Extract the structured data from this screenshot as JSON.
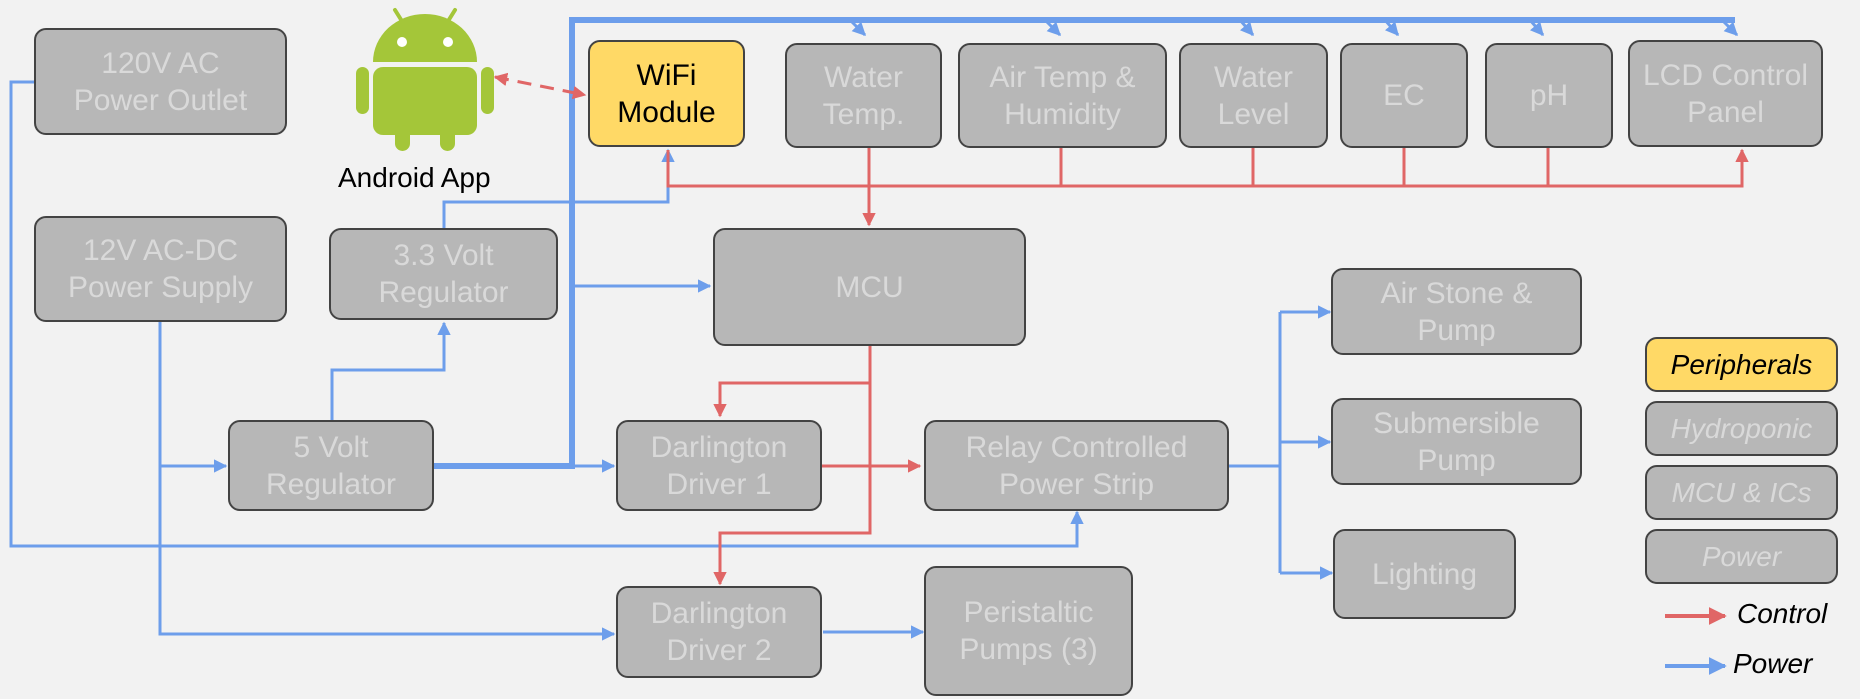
{
  "colors": {
    "background": "#f2f2f2",
    "box_fill": "#b7b7b7",
    "box_border": "#434343",
    "box_text": "#d9d9d9",
    "peripheral_fill": "#ffd966",
    "control_line": "#e06666",
    "power_line": "#6d9eeb",
    "android_green": "#a4c639"
  },
  "icons": {
    "android": "android-robot-icon"
  },
  "nodes": {
    "ac_outlet": "120V AC\nPower Outlet",
    "supply_12v": "12V AC-DC\nPower Supply",
    "reg_33": "3.3 Volt\nRegulator",
    "reg_5": "5 Volt\nRegulator",
    "wifi": "WiFi\nModule",
    "water_temp": "Water\nTemp.",
    "air_temp": "Air Temp &\nHumidity",
    "water_level": "Water\nLevel",
    "ec": "EC",
    "ph": "pH",
    "lcd": "LCD Control\nPanel",
    "mcu": "MCU",
    "darlington_1": "Darlington\nDriver 1",
    "darlington_2": "Darlington\nDriver 2",
    "relay_strip": "Relay Controlled\nPower Strip",
    "peristaltic": "Peristaltic\nPumps (3)",
    "air_stone": "Air Stone &\nPump",
    "submersible": "Submersible\nPump",
    "lighting": "Lighting"
  },
  "android_app_label": "Android App",
  "legend": {
    "peripherals": "Peripherals",
    "hydroponic": "Hydroponic",
    "mcu_ics": "MCU & ICs",
    "power": "Power",
    "control": "Control",
    "power_line": "Power"
  }
}
